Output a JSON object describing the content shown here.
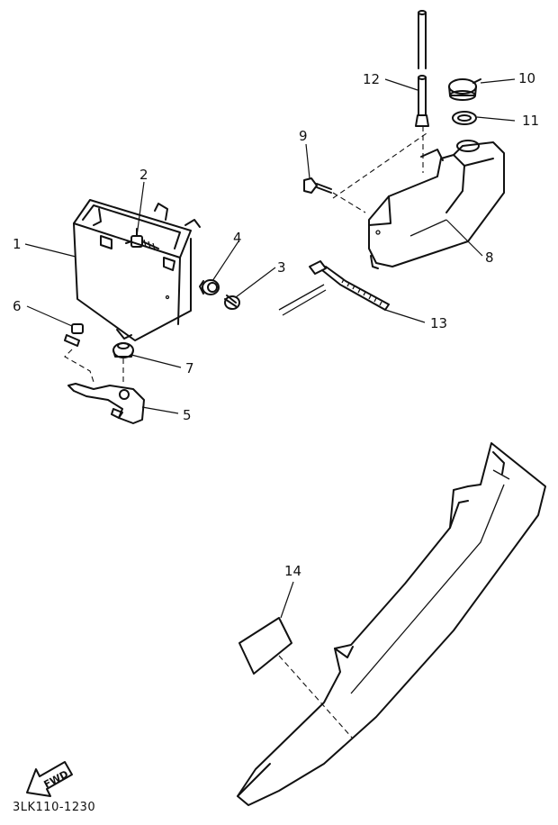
{
  "diagram": {
    "reference_code": "3LK110-1230",
    "fwd_label": "FWD",
    "callouts": [
      {
        "id": "c1",
        "text": "1"
      },
      {
        "id": "c2",
        "text": "2"
      },
      {
        "id": "c3",
        "text": "3"
      },
      {
        "id": "c4",
        "text": "4"
      },
      {
        "id": "c5",
        "text": "5"
      },
      {
        "id": "c6",
        "text": "6"
      },
      {
        "id": "c7",
        "text": "7"
      },
      {
        "id": "c8",
        "text": "8"
      },
      {
        "id": "c9",
        "text": "9"
      },
      {
        "id": "c10",
        "text": "10"
      },
      {
        "id": "c11",
        "text": "11"
      },
      {
        "id": "c12",
        "text": "12"
      },
      {
        "id": "c13",
        "text": "13"
      },
      {
        "id": "c14",
        "text": "14"
      }
    ]
  }
}
